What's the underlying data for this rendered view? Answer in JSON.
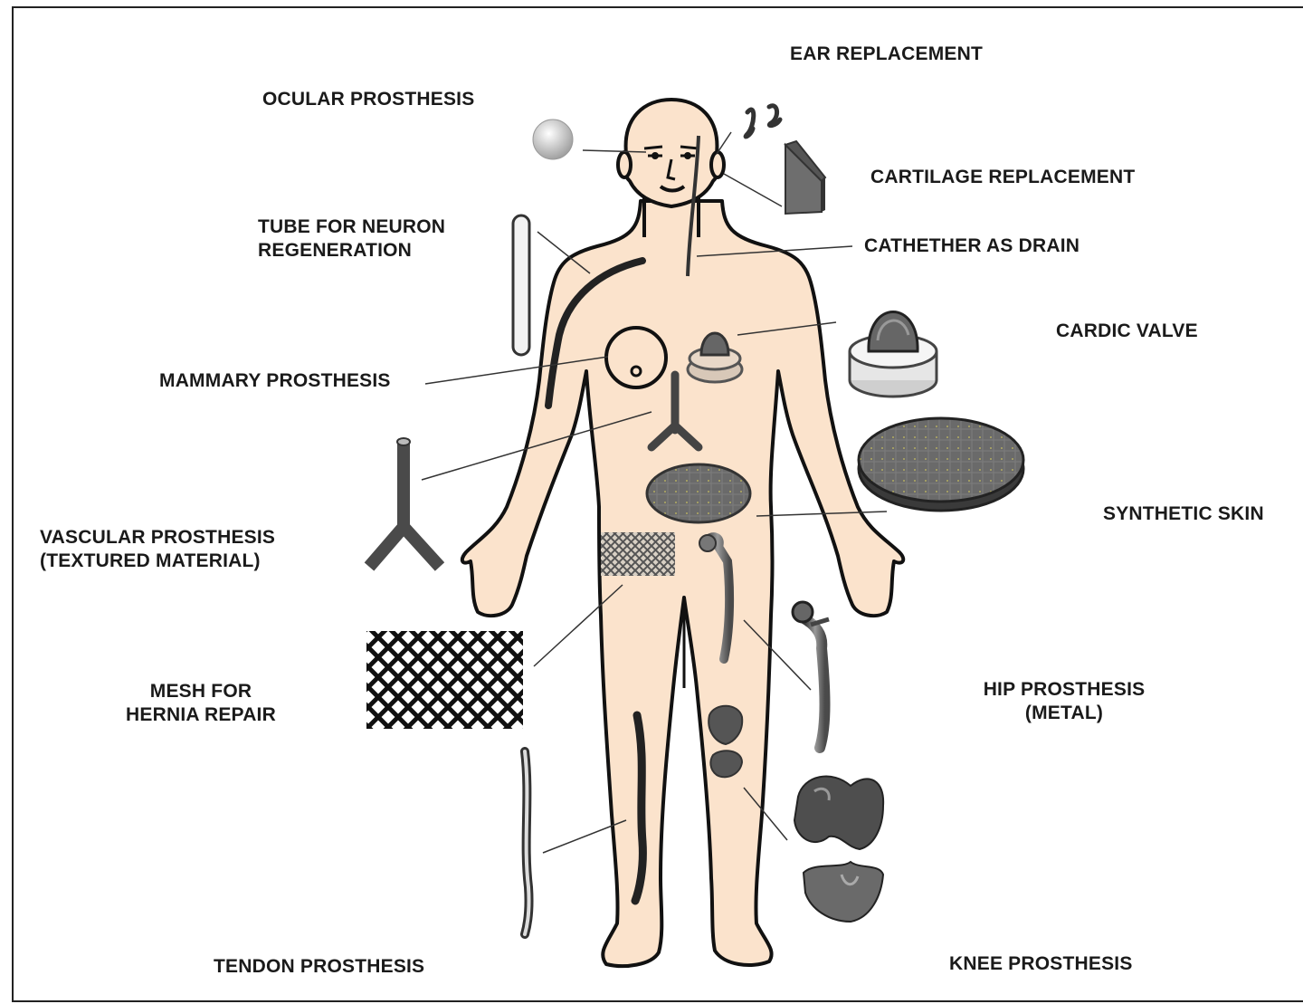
{
  "labels": {
    "ear_replacement": "EAR REPLACEMENT",
    "ocular_prosthesis": "OCULAR PROSTHESIS",
    "cartilage_replacement": "CARTILAGE REPLACEMENT",
    "tube_neuron_l1": "TUBE FOR NEURON",
    "tube_neuron_l2": "REGENERATION",
    "catheter_drain": "CATHETHER AS DRAIN",
    "cardic_valve": "CARDIC VALVE",
    "mammary_prosthesis": "MAMMARY PROSTHESIS",
    "synthetic_skin": "SYNTHETIC SKIN",
    "vascular_l1": "VASCULAR PROSTHESIS",
    "vascular_l2": "(TEXTURED MATERIAL)",
    "mesh_l1": "MESH FOR",
    "mesh_l2": "HERNIA REPAIR",
    "hip_l1": "HIP PROSTHESIS",
    "hip_l2": "(METAL)",
    "tendon_prosthesis": "TENDON PROSTHESIS",
    "knee_prosthesis": "KNEE PROSTHESIS"
  },
  "colors": {
    "skin": "#fbe3cc",
    "outline": "#111111",
    "device_dark": "#555555",
    "device_mid": "#8a8a8a",
    "leader_line": "#333333"
  }
}
